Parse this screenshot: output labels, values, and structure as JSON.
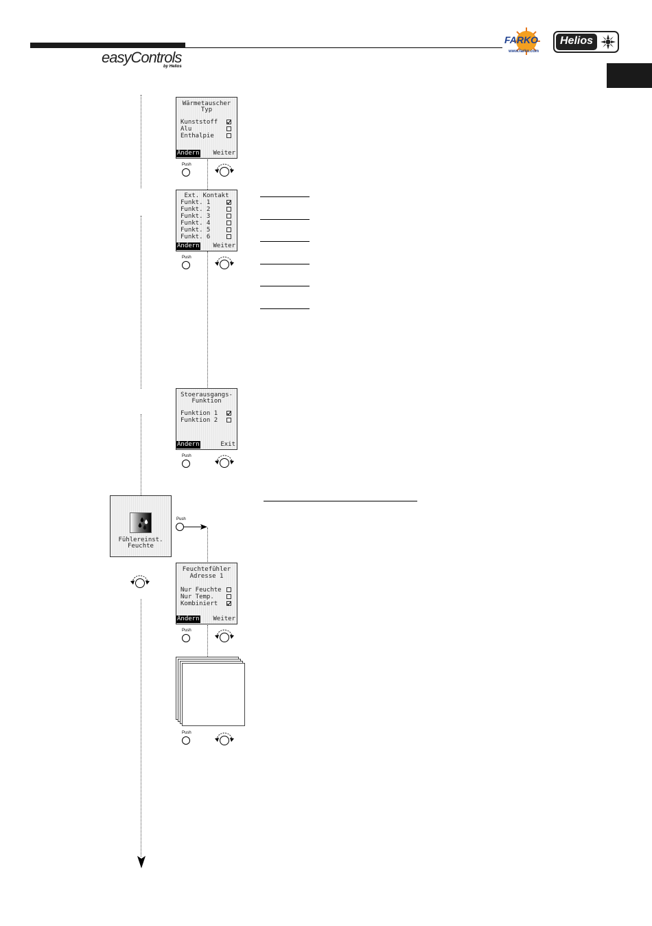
{
  "header": {
    "logo_text": "easyControls",
    "logo_sub": "by Helios",
    "farko_text": "FARKO",
    "farko_url": "www.farko.com",
    "helios_text": "Helios"
  },
  "screens": {
    "waermetauscher": {
      "title1": "Wärmetauscher",
      "title2": "Typ",
      "rows": [
        {
          "label": "Kunststoff",
          "checked": true
        },
        {
          "label": "Alu",
          "checked": false
        },
        {
          "label": "Enthalpie",
          "checked": false
        }
      ],
      "left_key": "Ändern",
      "right_key": "Weiter"
    },
    "ext_kontakt": {
      "title1": "Ext. Kontakt",
      "rows": [
        {
          "label": "Funkt. 1",
          "checked": true
        },
        {
          "label": "Funkt. 2",
          "checked": false
        },
        {
          "label": "Funkt. 3",
          "checked": false
        },
        {
          "label": "Funkt. 4",
          "checked": false
        },
        {
          "label": "Funkt. 5",
          "checked": false
        },
        {
          "label": "Funkt. 6",
          "checked": false
        }
      ],
      "left_key": "Ändern",
      "right_key": "Weiter"
    },
    "stoerausgang": {
      "title1": "Stoerausgangs-",
      "title2": "Funktion",
      "rows": [
        {
          "label": "Funktion 1",
          "checked": true
        },
        {
          "label": "Funktion 2",
          "checked": false
        }
      ],
      "left_key": "Ändern",
      "right_key": "Exit"
    },
    "fuehler_menu": {
      "line1": "Fühlereinst.",
      "line2": "Feuchte"
    },
    "feuchtefuehler": {
      "title1": "Feuchtefühler",
      "title2": "Adresse 1",
      "rows": [
        {
          "label": "Nur Feuchte",
          "checked": false
        },
        {
          "label": "Nur Temp.",
          "checked": false
        },
        {
          "label": "Kombiniert",
          "checked": true
        }
      ],
      "left_key": "Ändern",
      "right_key": "Weiter"
    }
  },
  "push_label": "Push",
  "colors": {
    "lcd_bg": "#f1f1f1",
    "tab": "#1a1a1a",
    "helios_bg": "#222222"
  }
}
